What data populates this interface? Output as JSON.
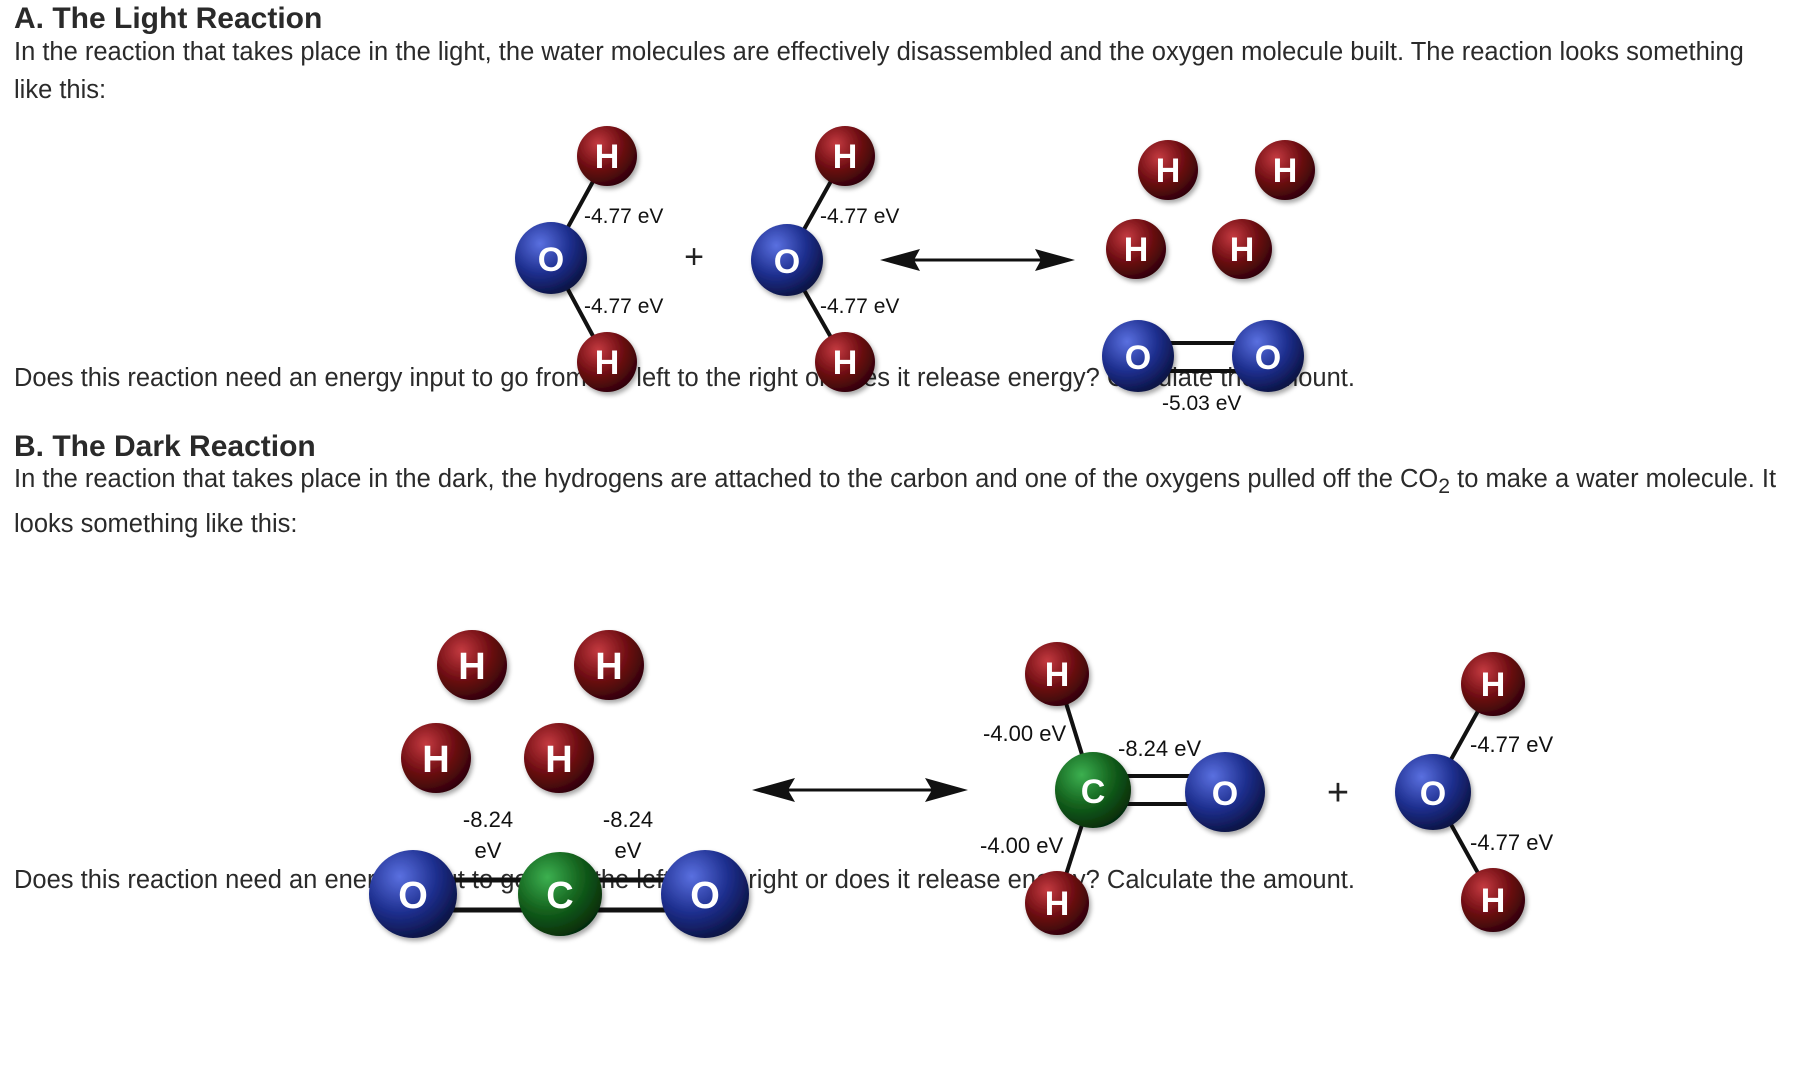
{
  "section_a": {
    "heading": "A. The Light Reaction",
    "paragraph": "In the reaction that takes place in the light, the water molecules are effectively disassembled and the oxygen molecule built. The reaction looks something like this:",
    "question": "Does this reaction need an energy input to go from the left to the right or does it release energy? Calculate the amount."
  },
  "section_b": {
    "heading": "B. The Dark Reaction",
    "paragraph_pre": "In the reaction that takes place in the dark, the hydrogens are attached to the carbon and one of the oxygens pulled off the CO",
    "paragraph_sub": "2",
    "paragraph_post": " to make a water molecule. It looks something like this:",
    "question": "Does this reaction need an energy input to go from the left to the right or does it release energy? Calculate the amount."
  },
  "atoms": {
    "H": "H",
    "O": "O",
    "C": "C"
  },
  "operators": {
    "plus": "+"
  },
  "energy_labels": {
    "oh_bond": "-4.77 eV",
    "oo_double": "-5.03 eV",
    "co_double": "-8.24 eV",
    "co_num": "-8.24",
    "unit": "eV",
    "ch_bond": "-4.00 eV"
  },
  "colors": {
    "hydrogen": "#6e0d12",
    "oxygen": "#1e2f8f",
    "carbon": "#13601c",
    "text": "#2a2a2a"
  }
}
